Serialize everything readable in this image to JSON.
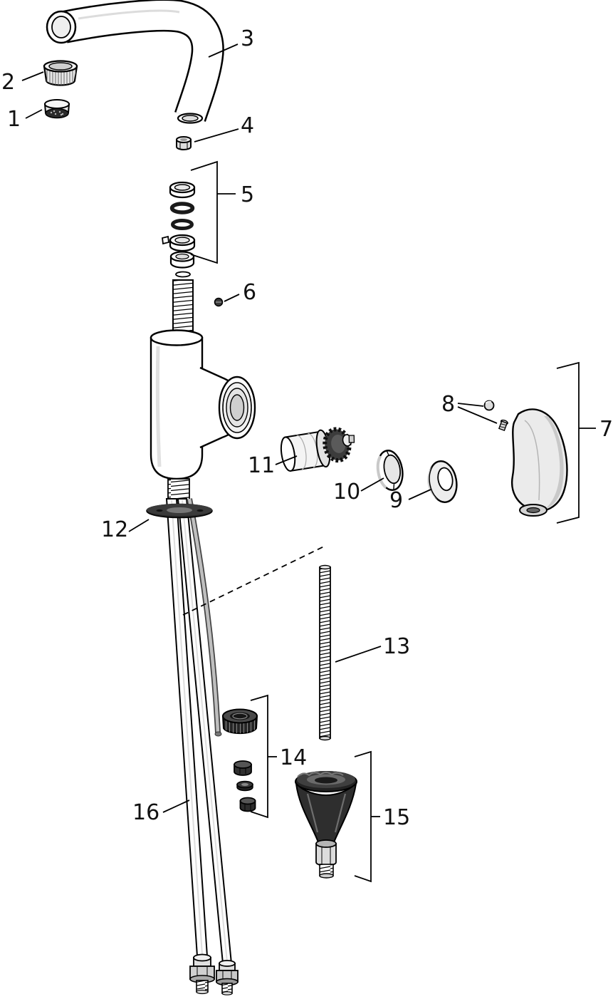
{
  "figure": {
    "kind": "exploded parts diagram",
    "subject": "single-lever basin mixer faucet with spout, cartridge, handle, mounting hardware and supply hoses",
    "background_color": "#ffffff",
    "line_color": "#000000",
    "dark_part_color": "#2b2b2b",
    "light_part_color": "#ececec"
  },
  "labels": [
    "1",
    "2",
    "3",
    "4",
    "5",
    "6",
    "7",
    "8",
    "9",
    "10",
    "11",
    "12",
    "13",
    "14",
    "15",
    "16"
  ]
}
